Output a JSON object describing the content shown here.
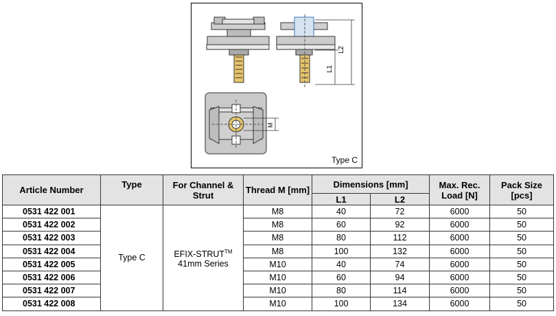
{
  "figure": {
    "caption": "Type C",
    "dim_labels": {
      "l1": "L1",
      "l2": "L2",
      "m": "M"
    }
  },
  "table": {
    "headers": {
      "article": "Article Number",
      "type": "Type",
      "channel": "For Channel & Strut",
      "thread": "Thread M [mm]",
      "dimensions": "Dimensions [mm]",
      "l1": "L1",
      "l2": "L2",
      "load": "Max. Rec. Load [N]",
      "pack": "Pack Size [pcs]"
    },
    "type_value": "Type C",
    "channel_value_line1": "EFIX-STRUT",
    "channel_value_tm": "TM",
    "channel_value_line2": "41mm Series",
    "rows": [
      {
        "article": "0531 422 001",
        "thread": "M8",
        "l1": "40",
        "l2": "72",
        "load": "6000",
        "pack": "50"
      },
      {
        "article": "0531 422 002",
        "thread": "M8",
        "l1": "60",
        "l2": "92",
        "load": "6000",
        "pack": "50"
      },
      {
        "article": "0531 422 003",
        "thread": "M8",
        "l1": "80",
        "l2": "112",
        "load": "6000",
        "pack": "50"
      },
      {
        "article": "0531 422 004",
        "thread": "M8",
        "l1": "100",
        "l2": "132",
        "load": "6000",
        "pack": "50"
      },
      {
        "article": "0531 422 005",
        "thread": "M10",
        "l1": "40",
        "l2": "74",
        "load": "6000",
        "pack": "50"
      },
      {
        "article": "0531 422 006",
        "thread": "M10",
        "l1": "60",
        "l2": "94",
        "load": "6000",
        "pack": "50"
      },
      {
        "article": "0531 422 007",
        "thread": "M10",
        "l1": "80",
        "l2": "114",
        "load": "6000",
        "pack": "50"
      },
      {
        "article": "0531 422 008",
        "thread": "M10",
        "l1": "100",
        "l2": "134",
        "load": "6000",
        "pack": "50"
      }
    ]
  }
}
